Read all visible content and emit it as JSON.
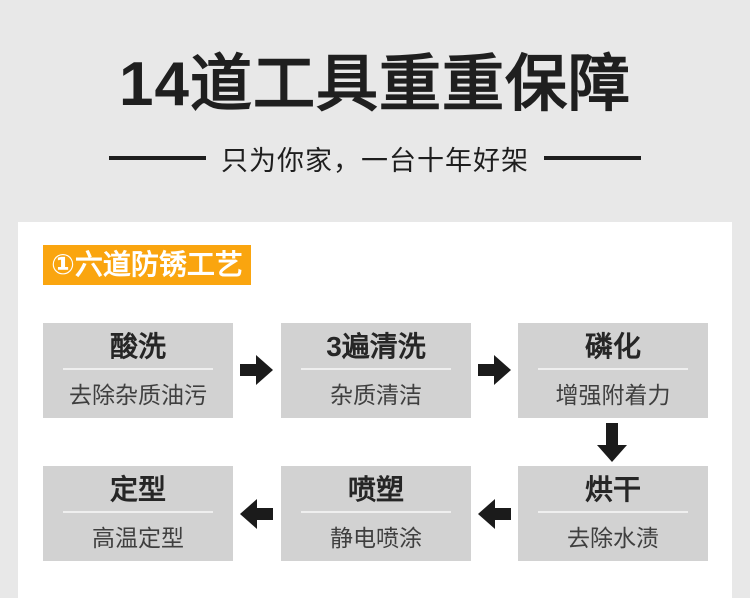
{
  "header": {
    "title": "14道工具重重保障",
    "subtitle": "只为你家，一台十年好架"
  },
  "section": {
    "badge_label": "①六道防锈工艺"
  },
  "flow": {
    "steps": [
      {
        "name": "酸洗",
        "desc": "去除杂质油污"
      },
      {
        "name": "3遍清洗",
        "desc": "杂质清洁"
      },
      {
        "name": "磷化",
        "desc": "增强附着力"
      },
      {
        "name": "烘干",
        "desc": "去除水渍"
      },
      {
        "name": "喷塑",
        "desc": "静电喷涂"
      },
      {
        "name": "定型",
        "desc": "高温定型"
      }
    ]
  },
  "colors": {
    "page_background": "#e8e8e8",
    "panel_background": "#ffffff",
    "badge_orange": "#faa50f",
    "step_box_gray": "#d2d2d2",
    "step_divider": "#efefef",
    "arrow_black": "#1b1b1b",
    "title_text": "#1f1f1f"
  }
}
